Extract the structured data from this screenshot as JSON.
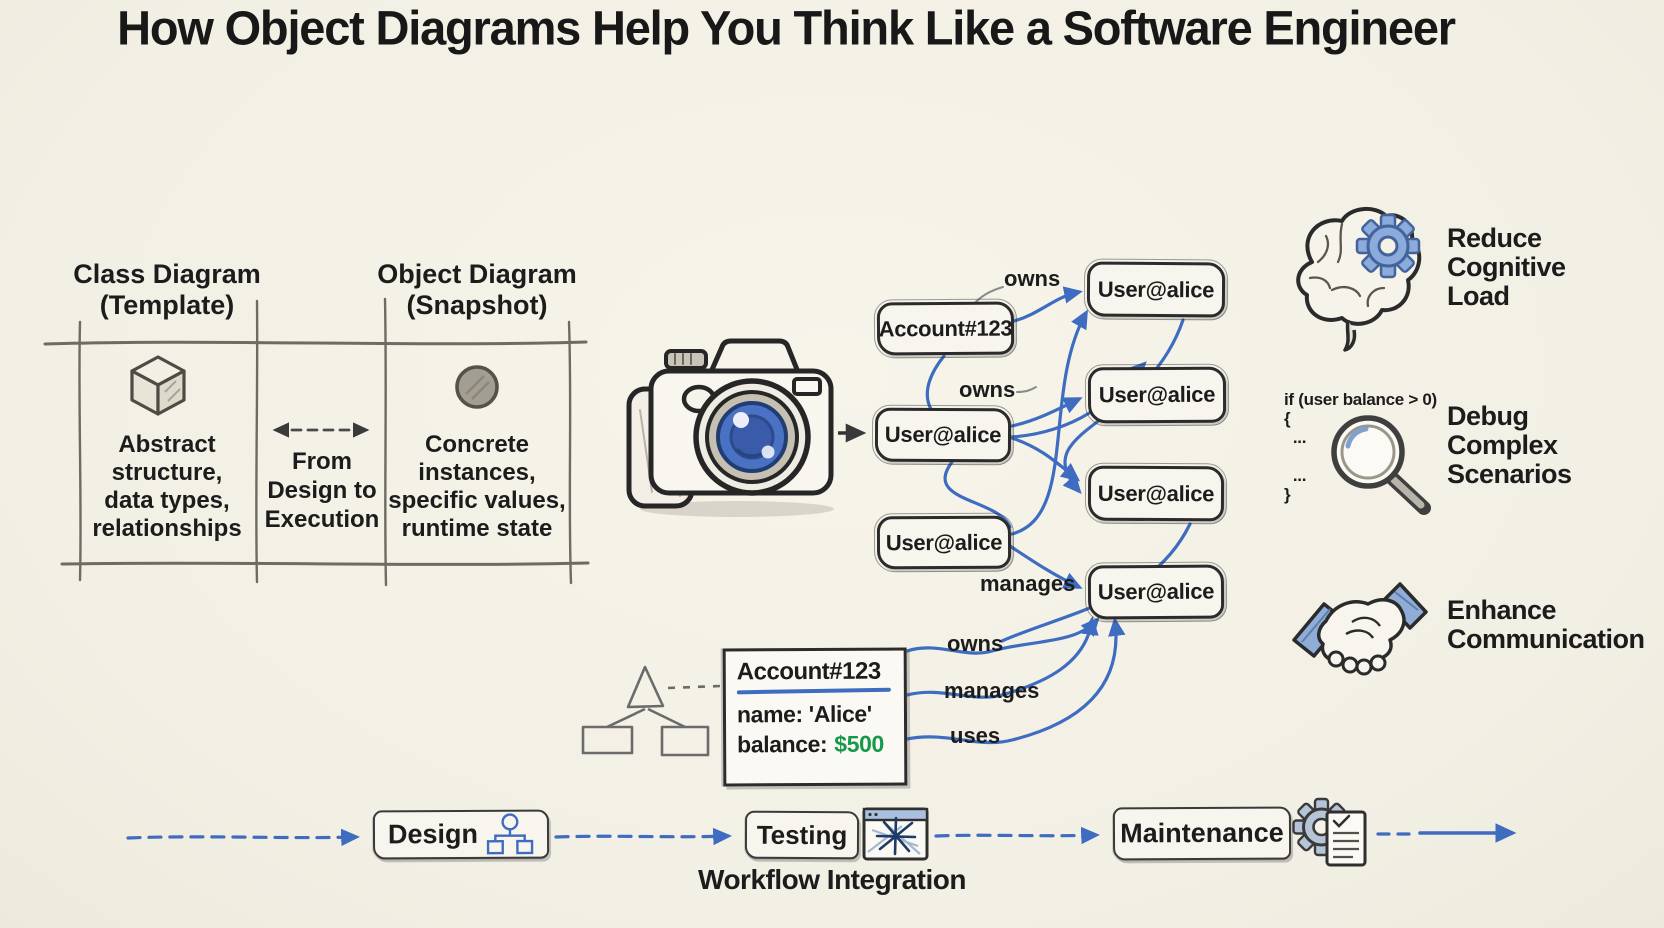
{
  "title": "How Object Diagrams Help You Think Like a Software Engineer",
  "comparison": {
    "left_header": "Class Diagram\n(Template)",
    "left_description": "Abstract\nstructure,\ndata types,\nrelationships",
    "bridge_label": "From\nDesign to\nExecution",
    "right_header": "Object Diagram\n(Snapshot)",
    "right_description": "Concrete\ninstances,\nspecific values,\nruntime state"
  },
  "network": {
    "account_label": "Account#123",
    "user_label": "User@alice",
    "edge_label_owns_top": "owns",
    "edge_label_owns_mid": "owns",
    "edge_label_manages": "manages"
  },
  "object_card": {
    "title": "Account#123",
    "name_line": "name: 'Alice'",
    "balance_label": "balance:",
    "balance_value": "$500",
    "relations": [
      "owns",
      "manages",
      "uses"
    ]
  },
  "benefits": [
    {
      "icon": "brain-gear-icon",
      "label": "Reduce\nCognitive\nLoad"
    },
    {
      "icon": "magnifier-icon",
      "label": "Debug\nComplex\nScenarios",
      "code": "if (user balance > 0)\n{\n  ...\n\n  ...\n}"
    },
    {
      "icon": "handshake-icon",
      "label": "Enhance\nCommunication"
    }
  ],
  "workflow": {
    "steps": [
      {
        "label": "Design",
        "icon": "org-chart-icon"
      },
      {
        "label": "Testing",
        "icon": "browser-test-icon"
      },
      {
        "label": "Maintenance",
        "icon": "gear-document-icon"
      }
    ],
    "caption": "Workflow Integration"
  },
  "icons": {
    "camera": "camera-icon",
    "cube": "cube-icon",
    "instance_circle": "instance-circle-icon",
    "double_arrow": "double-arrow-icon"
  },
  "colors": {
    "paper": "#f4f1e7",
    "ink": "#1c1c1c",
    "accent_blue": "#3e6cc0",
    "steel_blue": "#8fadd6",
    "lens_blue": "#4a72c4",
    "green": "#18984b",
    "sketch_gray": "#6b6b6b"
  }
}
